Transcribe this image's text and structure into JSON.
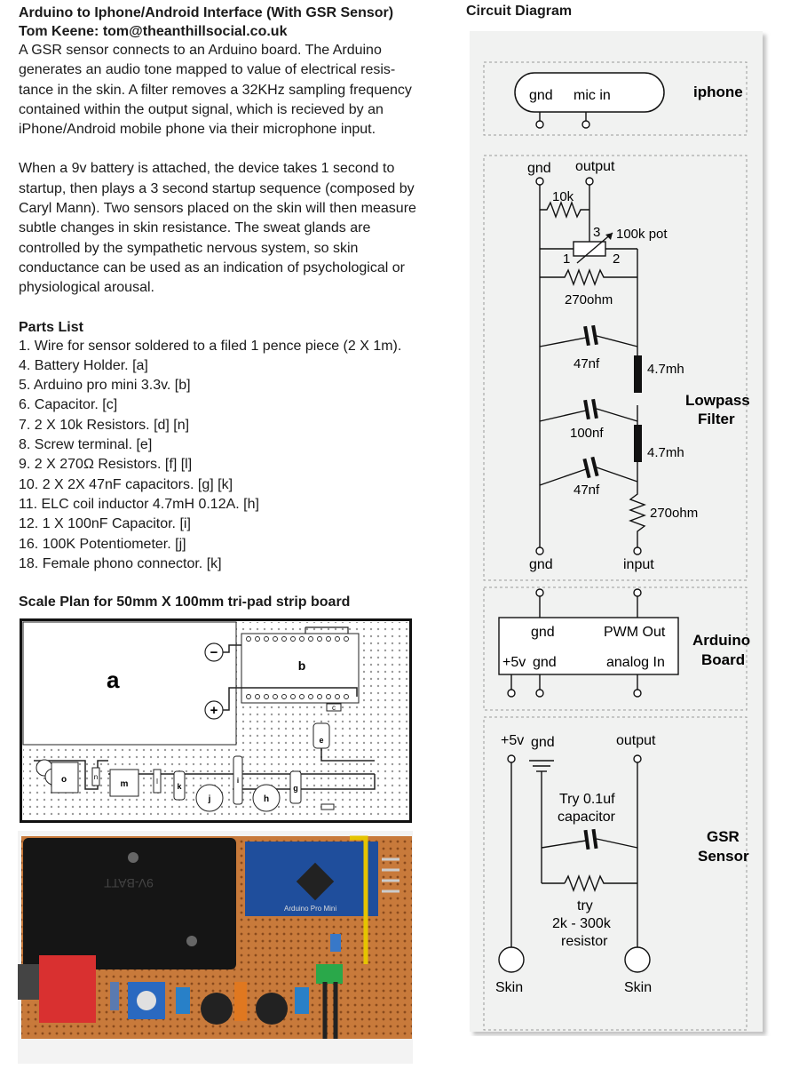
{
  "header": {
    "title": "Arduino to Iphone/Android Interface (With GSR Sensor)",
    "author": "Tom Keene: tom@theanthillsocial.co.uk"
  },
  "intro": {
    "p1": [
      "A GSR sensor connects to an Arduino board. The Arduino",
      "generates an audio tone mapped to value of electrical resis-",
      "tance in the skin. A filter removes a 32KHz sampling frequency",
      "contained within the output signal, which is recieved by an",
      "iPhone/Android mobile phone via their microphone input."
    ],
    "p2": [
      "When a 9v battery is attached, the device takes 1 second to",
      "startup, then plays a 3 second startup sequence (composed by",
      "Caryl Mann). Two sensors placed on the skin will then measure",
      "subtle changes in skin resistance. The sweat glands are",
      "controlled by the sympathetic nervous system, so skin",
      "conductance can be used as an indication of psychological or",
      "physiological arousal."
    ]
  },
  "parts": {
    "title": "Parts List",
    "items": [
      "1. Wire for sensor soldered to a filed 1 pence piece (2 X 1m).",
      "4. Battery Holder. [a]",
      "5. Arduino pro mini 3.3v. [b]",
      "6. Capacitor. [c]",
      "7. 2 X 10k Resistors. [d] [n]",
      "8. Screw terminal. [e]",
      "9. 2 X 270Ω Resistors. [f] [l]",
      "10. 2 X 2X 47nF capacitors. [g] [k]",
      "11. ELC coil inductor 4.7mH 0.12A. [h]",
      "12. 1 X 100nF Capacitor. [i]",
      "16. 100K Potentiometer. [j]",
      "18. Female phono connector. [k]"
    ]
  },
  "plan": {
    "title": "Scale Plan for 50mm X 100mm tri-pad strip board",
    "labels": {
      "a": "a",
      "b": "b",
      "minus": "−",
      "plus": "+",
      "c": "c",
      "e": "e",
      "o": "o",
      "n": "n",
      "m": "m",
      "l": "l",
      "k": "k",
      "j": "j",
      "i": "i",
      "h": "h",
      "g": "g"
    }
  },
  "circuit": {
    "title": "Circuit Diagram",
    "iphone": {
      "label": "iphone",
      "gnd": "gnd",
      "mic": "mic in"
    },
    "filter": {
      "label_line1": "Lowpass",
      "label_line2": "Filter",
      "gnd_top": "gnd",
      "output": "output",
      "r1": "10k",
      "pot": "100k pot",
      "pin1": "1",
      "pin2": "2",
      "pin3": "3",
      "r2": "270ohm",
      "c1": "47nf",
      "l1": "4.7mh",
      "c2": "100nf",
      "l2": "4.7mh",
      "c3": "47nf",
      "r3": "270ohm",
      "gnd_bottom": "gnd",
      "input": "input"
    },
    "arduino": {
      "label_line1": "Arduino",
      "label_line2": "Board",
      "gnd": "gnd",
      "pwm": "PWM Out",
      "v5": "+5v",
      "gnd2": "gnd",
      "analog": "analog In"
    },
    "gsr": {
      "label_line1": "GSR",
      "label_line2": "Sensor",
      "v5": "+5v",
      "gnd": "gnd",
      "output": "output",
      "cap_line1": "Try 0.1uf",
      "cap_line2": "capacitor",
      "res_line1": "try",
      "res_line2": "2k - 300k",
      "res_line3": "resistor",
      "skin_left": "Skin",
      "skin_right": "Skin"
    }
  },
  "photo": {
    "battery_text": "9V-BATT",
    "board_text": "Arduino Pro Mini"
  }
}
